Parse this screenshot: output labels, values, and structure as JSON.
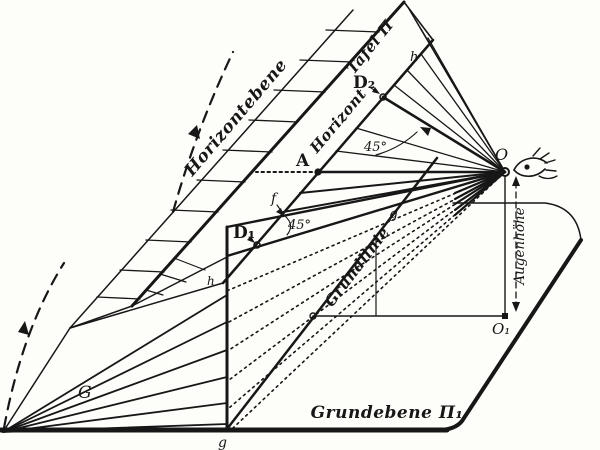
{
  "figure": {
    "kind": "perspective-construction-diagram",
    "ink_color": "#171717",
    "paper_color": "#fdfdfa"
  },
  "labels": {
    "horizontebene": "Horizontebene",
    "tafel": "Tafel Π",
    "horizont": "Horizont",
    "grundlinie": "Grundlinie",
    "grundebene": "Grundebene Π₁",
    "augenhoehe": "Augenhöhe",
    "point_A": "A",
    "point_D2": "D₂",
    "point_D1": "D₁",
    "point_O": "O",
    "point_O1": "O₁",
    "region_G": "G",
    "line_f": "f",
    "line_h_left": "h",
    "line_h_top": "h",
    "line_g_bottom": "g",
    "line_g_mid": "g",
    "angle_upper": "45°",
    "angle_lower": "45°"
  }
}
